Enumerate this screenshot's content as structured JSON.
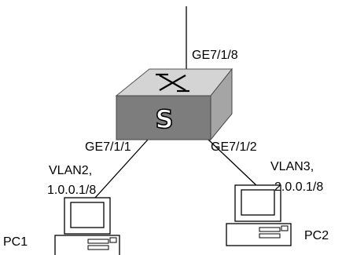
{
  "diagram": {
    "uplink_port": "GE7/1/8",
    "switch_badge": "S",
    "left_port": "GE7/1/1",
    "right_port": "GE7/1/2",
    "left_vlan": "VLAN2,",
    "left_ip": "1.0.0.1/8",
    "right_vlan": "VLAN3,",
    "right_ip": "2.0.0.1/8",
    "pc1_label": "PC1",
    "pc2_label": "PC2"
  }
}
